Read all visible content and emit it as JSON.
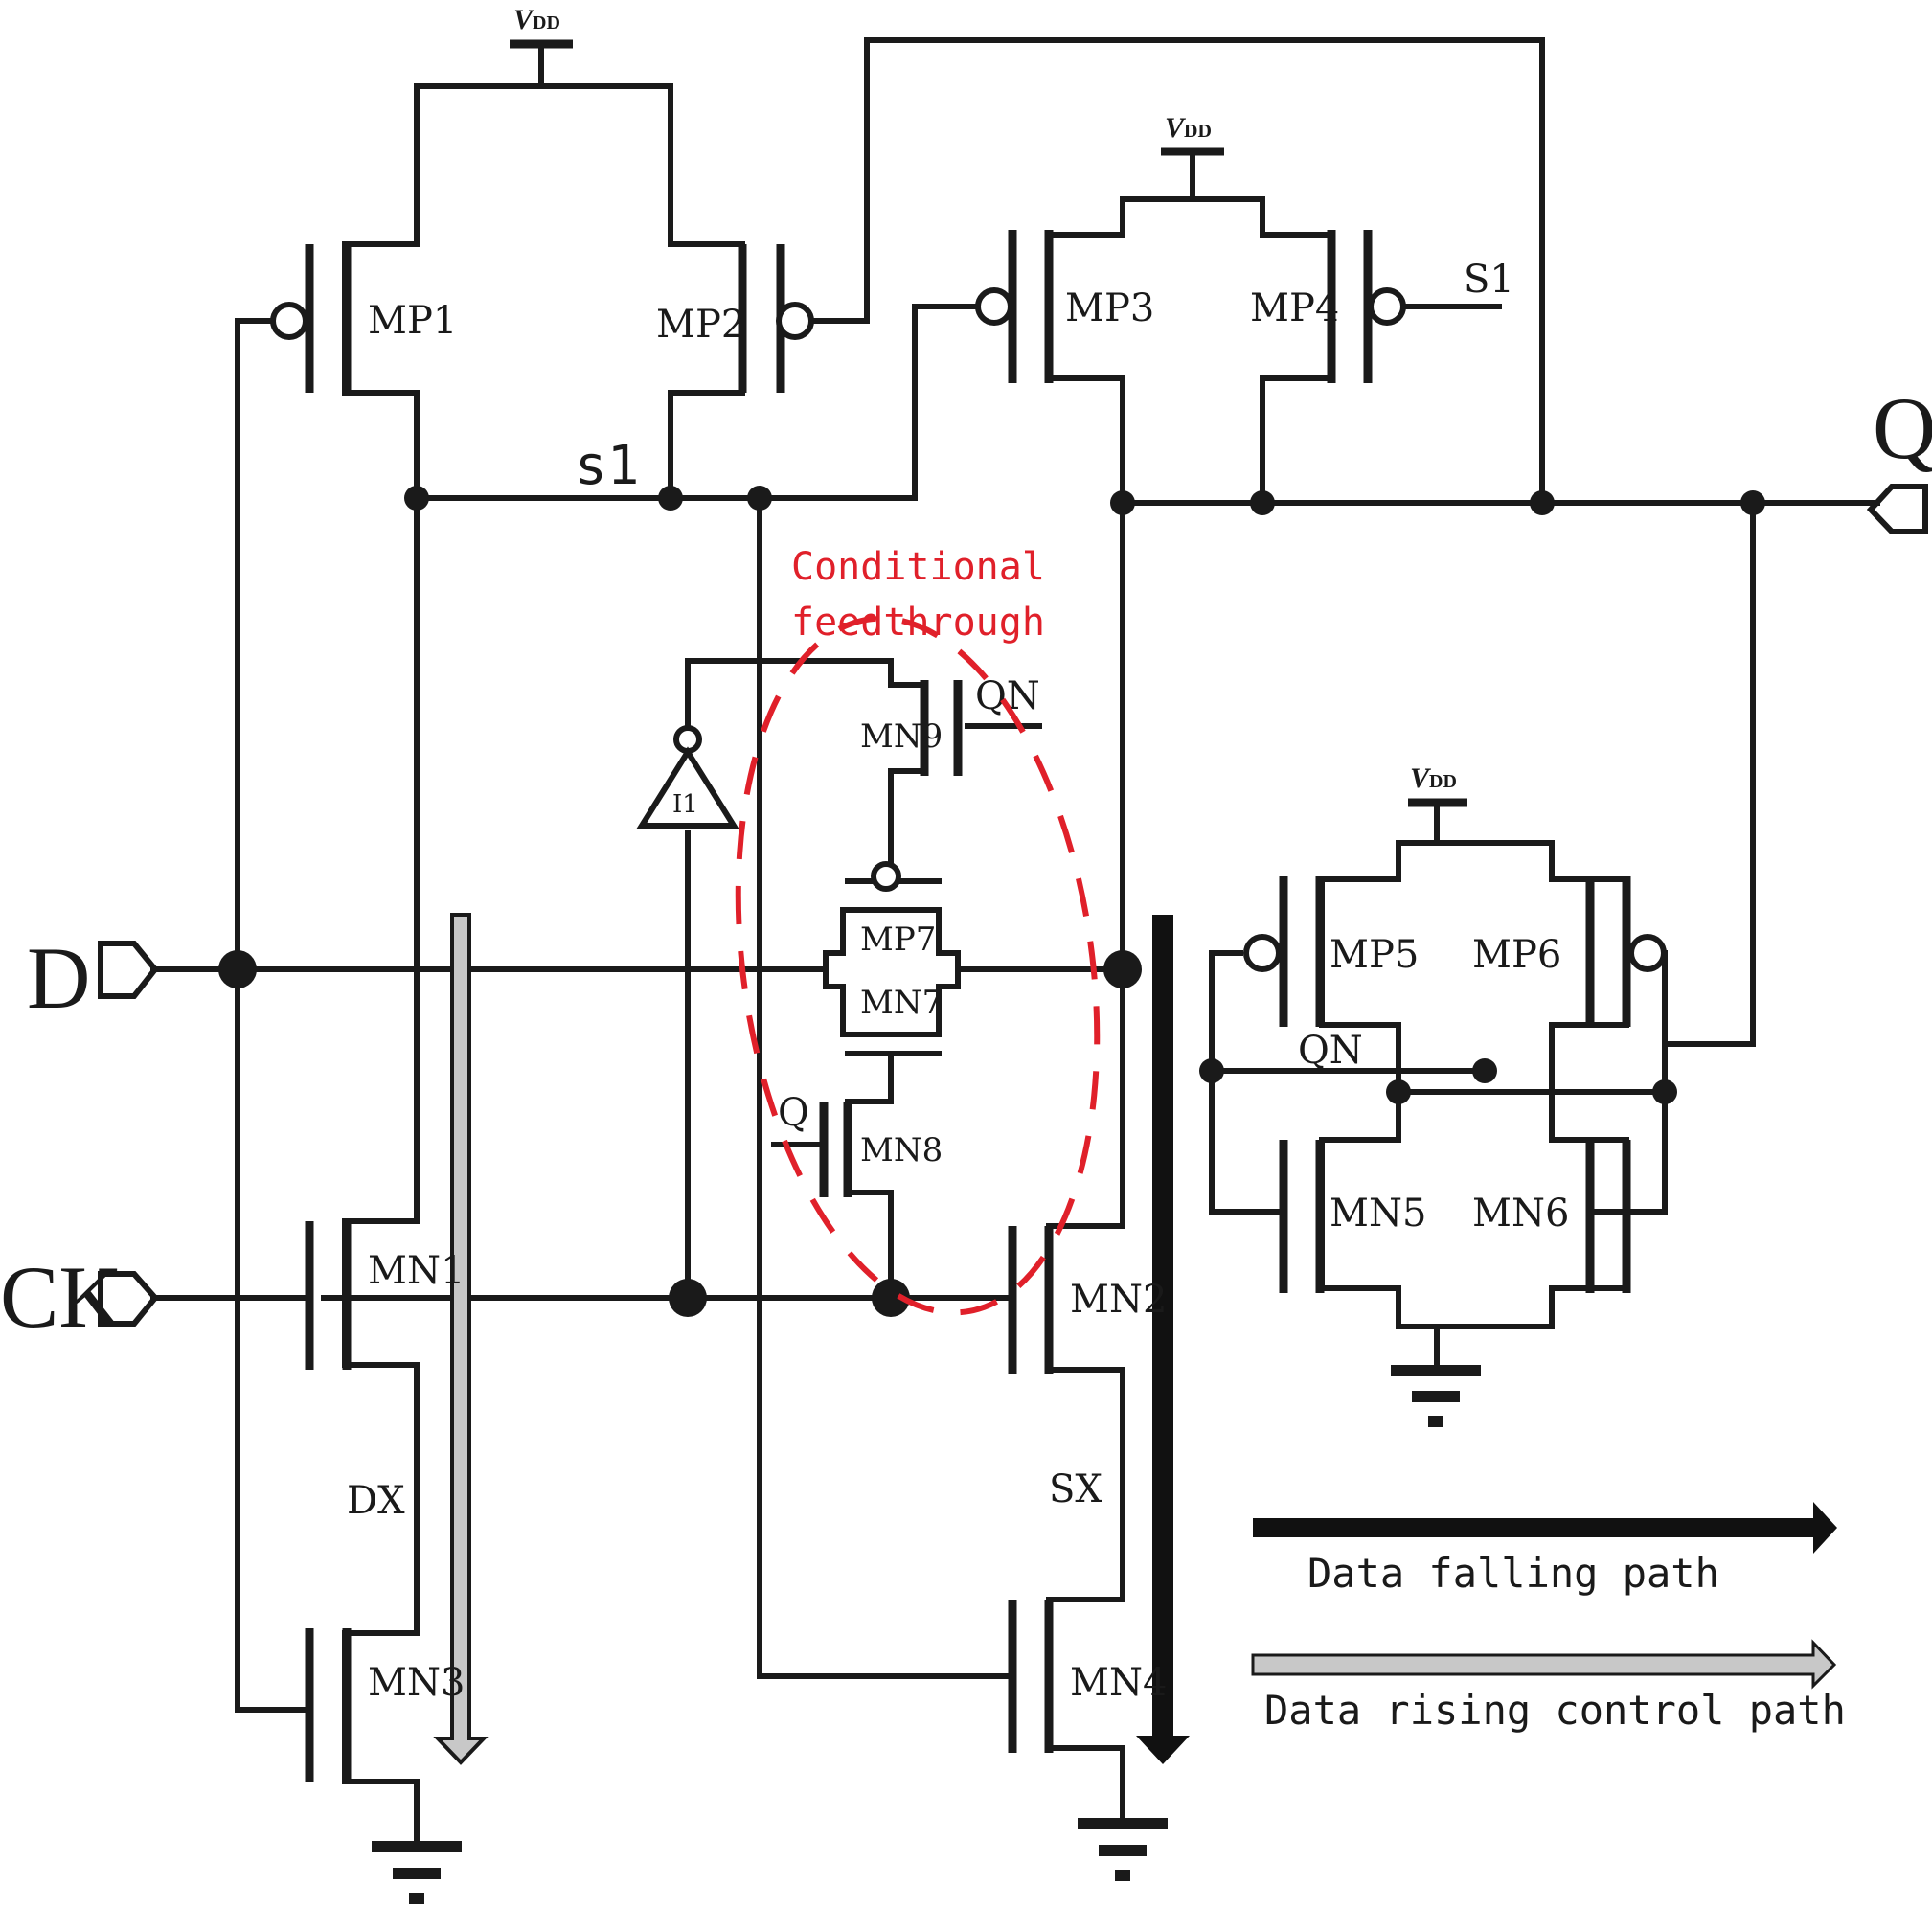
{
  "pins": {
    "d": "D",
    "ck": "CK",
    "q": "Q"
  },
  "supply": {
    "vdd_main": "V",
    "vdd_sub": "DD"
  },
  "transistors": {
    "mp1": "MP1",
    "mp2": "MP2",
    "mp3": "MP3",
    "mp4": "MP4",
    "mp5": "MP5",
    "mp6": "MP6",
    "mp7": "MP7",
    "mn1": "MN1",
    "mn2": "MN2",
    "mn3": "MN3",
    "mn4": "MN4",
    "mn5": "MN5",
    "mn6": "MN6",
    "mn7": "MN7",
    "mn8": "MN8",
    "mn9": "MN9"
  },
  "nets": {
    "s1_node": "s1",
    "s1_gate": "S1",
    "qn_gate": "QN",
    "qn_node": "QN",
    "q_gate": "Q",
    "dx": "DX",
    "sx": "SX"
  },
  "inverter": "I1",
  "annotation": {
    "line1": "Conditional",
    "line2": "feedthrough",
    "color": "#e0202a"
  },
  "legend": {
    "falling": "Data falling path",
    "rising": "Data rising control path",
    "falling_color": "#111111",
    "rising_color": "#c8c8c8"
  }
}
